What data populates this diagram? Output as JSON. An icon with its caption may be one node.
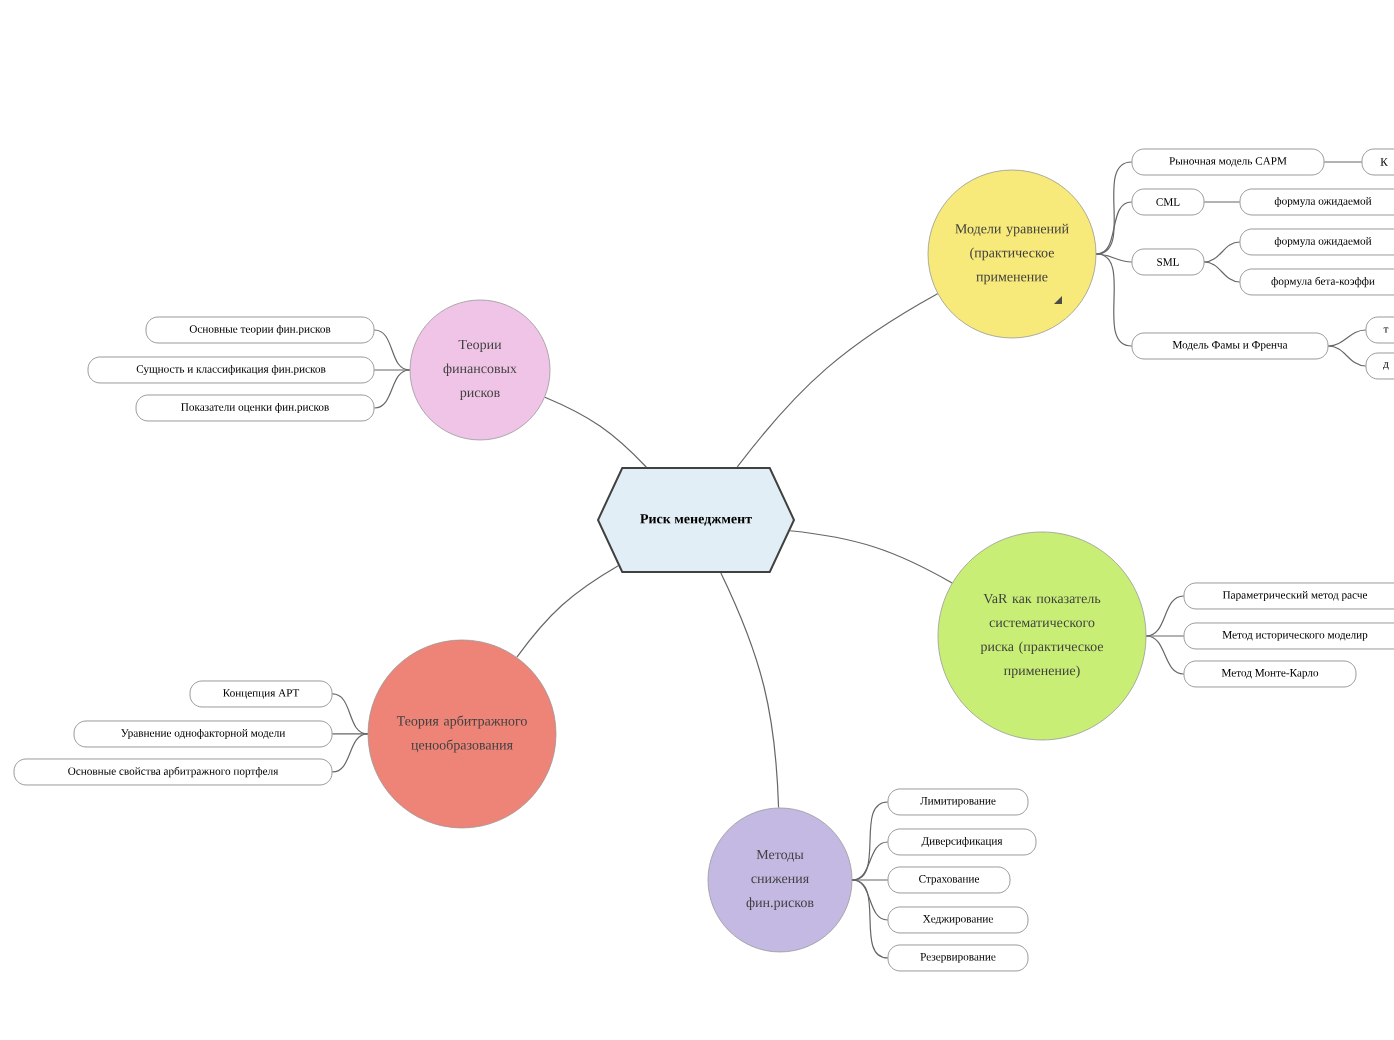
{
  "diagram": {
    "nodes": [
      {
        "text": [
          "Риск менеджмент"
        ]
      },
      {
        "text": [
          "Модели уравнений (практическое применение"
        ]
      },
      {
        "text": [
          "Теории финансовых рисков"
        ]
      },
      {
        "text": [
          "Теория арбитражного ценообразования"
        ]
      },
      {
        "text": [
          "VaR как показатель систематического риска (практическое применение)"
        ]
      },
      {
        "text": [
          "Методы снижения фин.рисков"
        ]
      },
      {
        "text": [
          "Рыночная модель CAPM"
        ]
      },
      {
        "text": [
          "К"
        ]
      },
      {
        "text": [
          "CML"
        ]
      },
      {
        "text": [
          "формула ожидаемой"
        ]
      },
      {
        "text": [
          "SML"
        ]
      },
      {
        "text": [
          "формула ожидаемой"
        ]
      },
      {
        "text": [
          "формула бета-коэффи"
        ]
      },
      {
        "text": [
          "Модель Фамы и Френча"
        ]
      },
      {
        "text": [
          "т"
        ]
      },
      {
        "text": [
          "д"
        ]
      },
      {
        "text": [
          "Основные теории фин.рисков"
        ]
      },
      {
        "text": [
          "Сущность и классификация фин.рисков"
        ]
      },
      {
        "text": [
          "Показатели оценки фин.рисков"
        ]
      },
      {
        "text": [
          "Концепция APT"
        ]
      },
      {
        "text": [
          "Уравнение однофакторной модели"
        ]
      },
      {
        "text": [
          "Основные свойства арбитражного портфеля"
        ]
      },
      {
        "text": [
          "Параметрический метод расче"
        ]
      },
      {
        "text": [
          "Метод исторического моделир"
        ]
      },
      {
        "text": [
          "Метод Монте-Карло"
        ]
      },
      {
        "text": [
          "Лимитирование"
        ]
      },
      {
        "text": [
          "Диверсификация"
        ]
      },
      {
        "text": [
          "Страхование"
        ]
      },
      {
        "text": [
          "Хеджирование"
        ]
      },
      {
        "text": [
          "Резервирование"
        ]
      }
    ],
    "edges": [
      {
        "from": 0,
        "to": 1,
        "arrow": "none"
      },
      {
        "from": 0,
        "to": 2,
        "arrow": "none"
      },
      {
        "from": 0,
        "to": 3,
        "arrow": "none"
      },
      {
        "from": 0,
        "to": 4,
        "arrow": "none"
      },
      {
        "from": 0,
        "to": 5,
        "arrow": "none"
      },
      {
        "from": 1,
        "to": 6,
        "arrow": "none"
      },
      {
        "from": 6,
        "to": 7,
        "arrow": "none"
      },
      {
        "from": 1,
        "to": 8,
        "arrow": "none"
      },
      {
        "from": 8,
        "to": 9,
        "arrow": "none"
      },
      {
        "from": 1,
        "to": 10,
        "arrow": "none"
      },
      {
        "from": 10,
        "to": 11,
        "arrow": "none"
      },
      {
        "from": 10,
        "to": 12,
        "arrow": "none"
      },
      {
        "from": 1,
        "to": 13,
        "arrow": "none"
      },
      {
        "from": 13,
        "to": 14,
        "arrow": "none"
      },
      {
        "from": 13,
        "to": 15,
        "arrow": "none"
      },
      {
        "from": 2,
        "to": 16,
        "arrow": "none"
      },
      {
        "from": 2,
        "to": 17,
        "arrow": "none"
      },
      {
        "from": 2,
        "to": 18,
        "arrow": "none"
      },
      {
        "from": 3,
        "to": 19,
        "arrow": "none"
      },
      {
        "from": 3,
        "to": 20,
        "arrow": "none"
      },
      {
        "from": 3,
        "to": 21,
        "arrow": "none"
      },
      {
        "from": 4,
        "to": 22,
        "arrow": "none"
      },
      {
        "from": 4,
        "to": 23,
        "arrow": "none"
      },
      {
        "from": 4,
        "to": 24,
        "arrow": "none"
      },
      {
        "from": 5,
        "to": 25,
        "arrow": "none"
      },
      {
        "from": 5,
        "to": 26,
        "arrow": "none"
      },
      {
        "from": 5,
        "to": 27,
        "arrow": "none"
      },
      {
        "from": 5,
        "to": 28,
        "arrow": "none"
      },
      {
        "from": 5,
        "to": 29,
        "arrow": "none"
      }
    ]
  }
}
